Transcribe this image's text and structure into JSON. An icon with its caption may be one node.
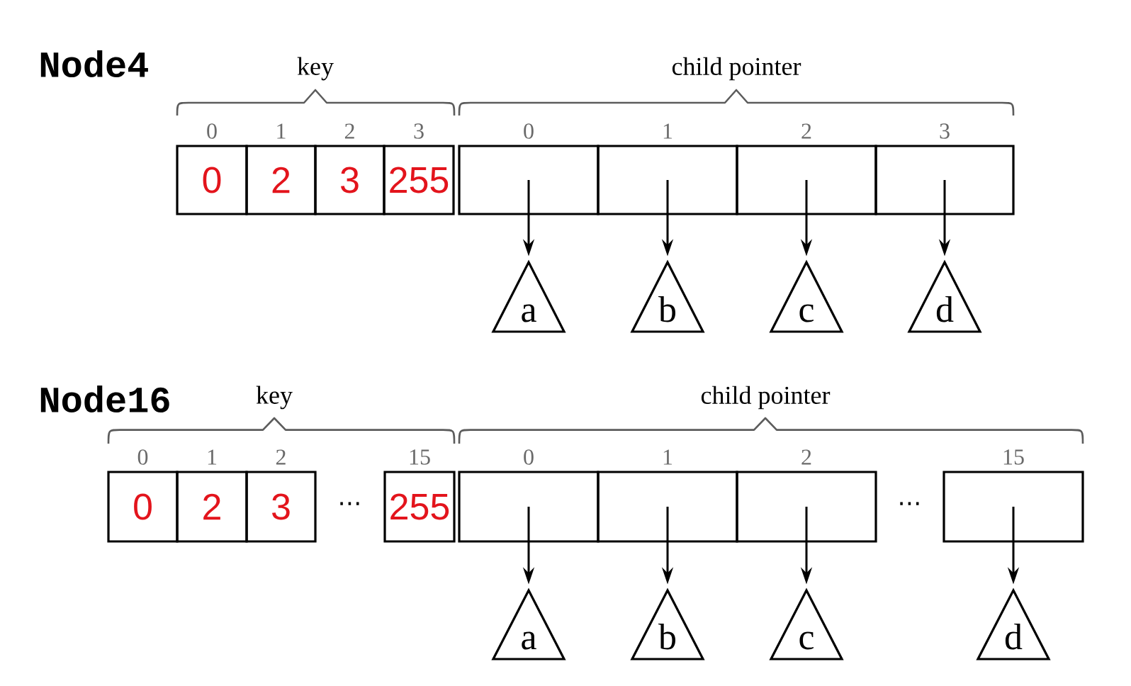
{
  "diagram": {
    "nodes": [
      {
        "text": [
          "0"
        ],
        "beside": [
          "0"
        ]
      },
      {
        "text": [
          "2"
        ],
        "beside": [
          "1"
        ]
      },
      {
        "text": [
          "3"
        ],
        "beside": [
          "2"
        ]
      },
      {
        "text": [
          "255"
        ],
        "beside": [
          "3"
        ]
      },
      {
        "text": [],
        "shape": "box",
        "beside": [
          "0"
        ]
      },
      {
        "text": [],
        "shape": "box",
        "beside": [
          "1"
        ]
      },
      {
        "text": [],
        "shape": "box",
        "beside": [
          "2"
        ]
      },
      {
        "text": [],
        "shape": "box",
        "beside": [
          "3"
        ]
      },
      {
        "text": [
          "a"
        ]
      },
      {
        "text": [
          "b"
        ]
      },
      {
        "text": [
          "c"
        ]
      },
      {
        "text": [
          "d"
        ]
      },
      {
        "text": [
          "0"
        ],
        "beside": [
          "0"
        ]
      },
      {
        "text": [
          "2"
        ],
        "beside": [
          "1"
        ]
      },
      {
        "text": [
          "3"
        ],
        "beside": [
          "2"
        ]
      },
      {
        "text": [
          "255"
        ],
        "beside": [
          "15"
        ]
      },
      {
        "text": [],
        "shape": "box",
        "beside": [
          "0"
        ]
      },
      {
        "text": [],
        "shape": "box",
        "beside": [
          "1"
        ]
      },
      {
        "text": [],
        "shape": "box",
        "beside": [
          "2"
        ]
      },
      {
        "text": [],
        "shape": "box",
        "beside": [
          "15"
        ]
      },
      {
        "text": [
          "a"
        ]
      },
      {
        "text": [
          "b"
        ]
      },
      {
        "text": [
          "c"
        ]
      },
      {
        "text": [
          "d"
        ]
      }
    ],
    "edges": [
      {
        "from": 4,
        "to": 8,
        "arrow": "to"
      },
      {
        "from": 5,
        "to": 9,
        "arrow": "to"
      },
      {
        "from": 6,
        "to": 10,
        "arrow": "to"
      },
      {
        "from": 7,
        "to": 11,
        "arrow": "to"
      },
      {
        "from": 16,
        "to": 20,
        "arrow": "to"
      },
      {
        "from": 17,
        "to": 21,
        "arrow": "to"
      },
      {
        "from": 18,
        "to": 22,
        "arrow": "to"
      },
      {
        "from": 19,
        "to": 23,
        "arrow": "to"
      }
    ],
    "labels": [
      "Node4",
      "key",
      "child pointer",
      "Node16",
      "key",
      "child pointer",
      "⋯",
      "⋯"
    ]
  }
}
